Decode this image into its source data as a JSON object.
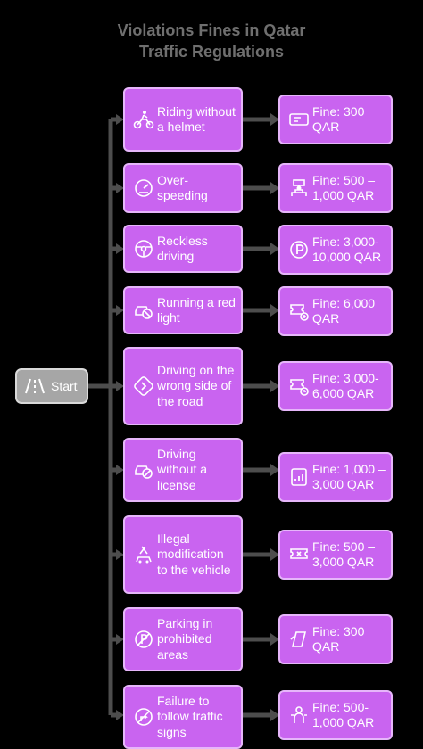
{
  "title": [
    "Violations Fines in Qatar",
    "Traffic Regulations"
  ],
  "start": {
    "label": "Start",
    "icon": "road-icon"
  },
  "colors": {
    "box": "#c964f0",
    "box_border": "#e6b6fa",
    "start": "#a6a6a6",
    "line": "#4d4d4d",
    "background": "#000000"
  },
  "rows": [
    {
      "violation": "Riding without a helmet",
      "violation_icon": "motorcycle-rider-icon",
      "fine": "Fine: 300 QAR",
      "fine_icon": "ticket-icon"
    },
    {
      "violation": "Over-speeding",
      "violation_icon": "speedometer-icon",
      "fine": "Fine: 500 – 1,000 QAR",
      "fine_icon": "traffic-police-icon"
    },
    {
      "violation": "Reckless driving",
      "violation_icon": "steering-wheel-icon",
      "fine": "Fine: 3,000-10,000 QAR",
      "fine_icon": "parking-coin-icon"
    },
    {
      "violation": "Running a red light",
      "violation_icon": "car-prohibited-icon",
      "fine": "Fine: 6,000 QAR",
      "fine_icon": "ticket-plus-icon"
    },
    {
      "violation": "Driving on the wrong side of the road",
      "violation_icon": "direction-sign-icon",
      "fine": "Fine: 3,000-6,000 QAR",
      "fine_icon": "ticket-clock-icon"
    },
    {
      "violation": "Driving without a license",
      "violation_icon": "car-no-license-icon",
      "fine": "Fine: 1,000 – 3,000 QAR",
      "fine_icon": "document-chart-icon"
    },
    {
      "violation": "Illegal modification to the vehicle",
      "violation_icon": "car-repair-icon",
      "fine": "Fine: 500 – 3,000 QAR",
      "fine_icon": "ticket-cross-icon"
    },
    {
      "violation": "Parking in prohibited areas",
      "violation_icon": "no-parking-icon",
      "fine": "Fine: 300 QAR",
      "fine_icon": "parking-ticket-icon"
    },
    {
      "violation": "Failure to follow traffic signs",
      "violation_icon": "no-turn-sign-icon",
      "fine": "Fine: 500-1,000 QAR",
      "fine_icon": "traffic-officer-icon"
    }
  ]
}
